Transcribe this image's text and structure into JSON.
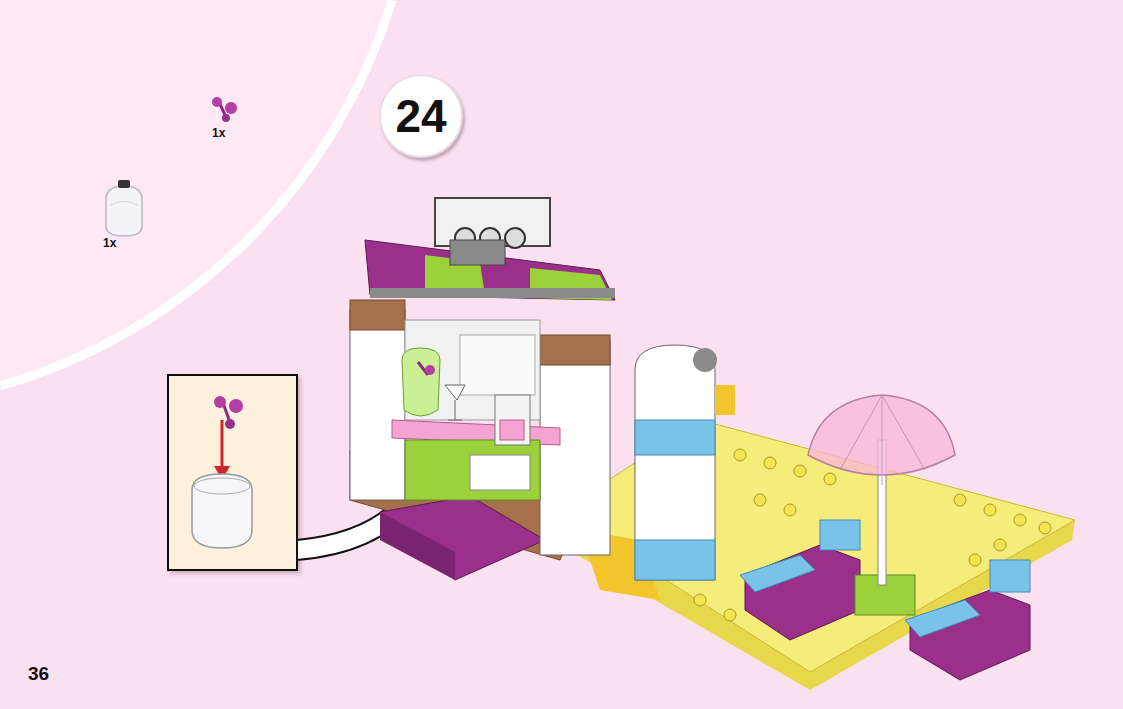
{
  "diagram": {
    "nodes": [
      {
        "text": [
          "24"
        ]
      }
    ],
    "labels": [
      "1x",
      "1x",
      "36"
    ]
  }
}
